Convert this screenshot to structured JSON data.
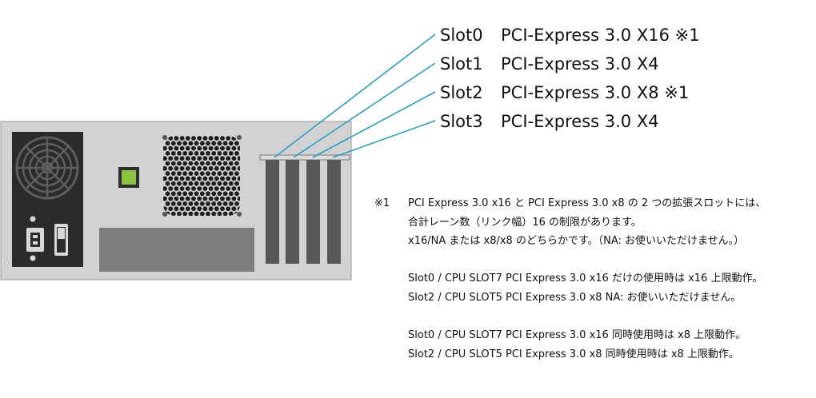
{
  "slots": [
    {
      "name": "Slot0",
      "spec": "PCI-Express 3.0 X16 ※1"
    },
    {
      "name": "Slot1",
      "spec": "PCI-Express 3.0 X4"
    },
    {
      "name": "Slot2",
      "spec": "PCI-Express 3.0 X8 ※1"
    },
    {
      "name": "Slot3",
      "spec": "PCI-Express 3.0 X4"
    }
  ],
  "notes": {
    "mark": "※1",
    "lines": [
      "PCI Express 3.0 x16 と PCI Express 3.0 x8 の 2 つの拡張スロットには、",
      "合計レーン数（リンク幅）16 の制限があります。",
      "x16/NA または x8/x8 のどちらかです。（NA: お使いいただけません。）",
      "Slot0 / CPU SLOT7 PCI Express 3.0 x16 だけの使用時は x16 上限動作。",
      "Slot2 / CPU SLOT5 PCI Express 3.0 x8 NA: お使いいただけません。",
      "Slot0 / CPU SLOT7 PCI Express 3.0 x16 同時使用時は x8 上限動作。",
      "Slot2 / CPU SLOT5 PCI Express 3.0 x8 同時使用時は x8 上限動作。"
    ]
  },
  "colors": {
    "leader_line": "#2a9fc4",
    "case_panel": "#d2d2d2",
    "dark_part": "#2b2b2b",
    "slot_bracket": "#575757",
    "gray_block": "#7d7d7d",
    "led": "#8bc53f"
  }
}
